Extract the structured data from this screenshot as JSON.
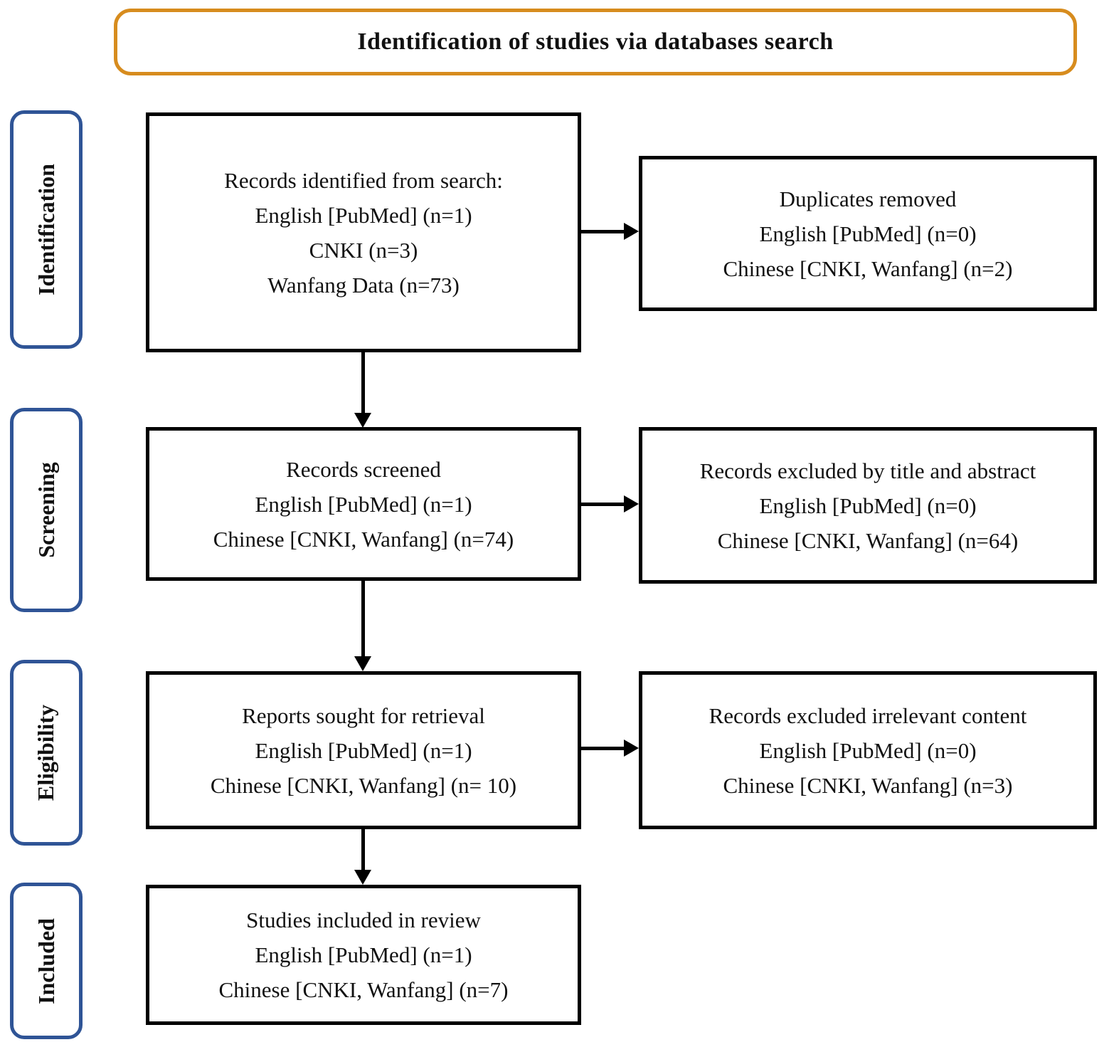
{
  "title": "Identification of studies via databases search",
  "colors": {
    "title_border": "#D78C1E",
    "stage_border": "#2F5496",
    "flow_box_border": "#000000",
    "arrow": "#000000",
    "text": "#111111"
  },
  "stages": [
    {
      "label": "Identification"
    },
    {
      "label": "Screening"
    },
    {
      "label": "Eligibility"
    },
    {
      "label": "Included"
    }
  ],
  "boxes": {
    "records_identified": {
      "lines": [
        "Records identified from search:",
        "English [PubMed] (n=1)",
        "CNKI (n=3)",
        "Wanfang Data (n=73)"
      ]
    },
    "duplicates_removed": {
      "lines": [
        "Duplicates removed",
        "English [PubMed] (n=0)",
        "Chinese [CNKI, Wanfang] (n=2)"
      ]
    },
    "records_screened": {
      "lines": [
        "Records screened",
        "English [PubMed] (n=1)",
        "Chinese [CNKI, Wanfang] (n=74)"
      ]
    },
    "records_excluded_title_abstract": {
      "lines": [
        "Records excluded by title and abstract",
        "English [PubMed] (n=0)",
        "Chinese [CNKI, Wanfang] (n=64)"
      ]
    },
    "reports_sought": {
      "lines": [
        "Reports sought for retrieval",
        "English [PubMed] (n=1)",
        "Chinese [CNKI, Wanfang] (n= 10)"
      ]
    },
    "records_excluded_irrelevant": {
      "lines": [
        "Records excluded irrelevant content",
        "English [PubMed] (n=0)",
        "Chinese [CNKI, Wanfang] (n=3)"
      ]
    },
    "studies_included": {
      "lines": [
        "Studies included in review",
        "English [PubMed] (n=1)",
        "Chinese [CNKI, Wanfang] (n=7)"
      ]
    }
  }
}
